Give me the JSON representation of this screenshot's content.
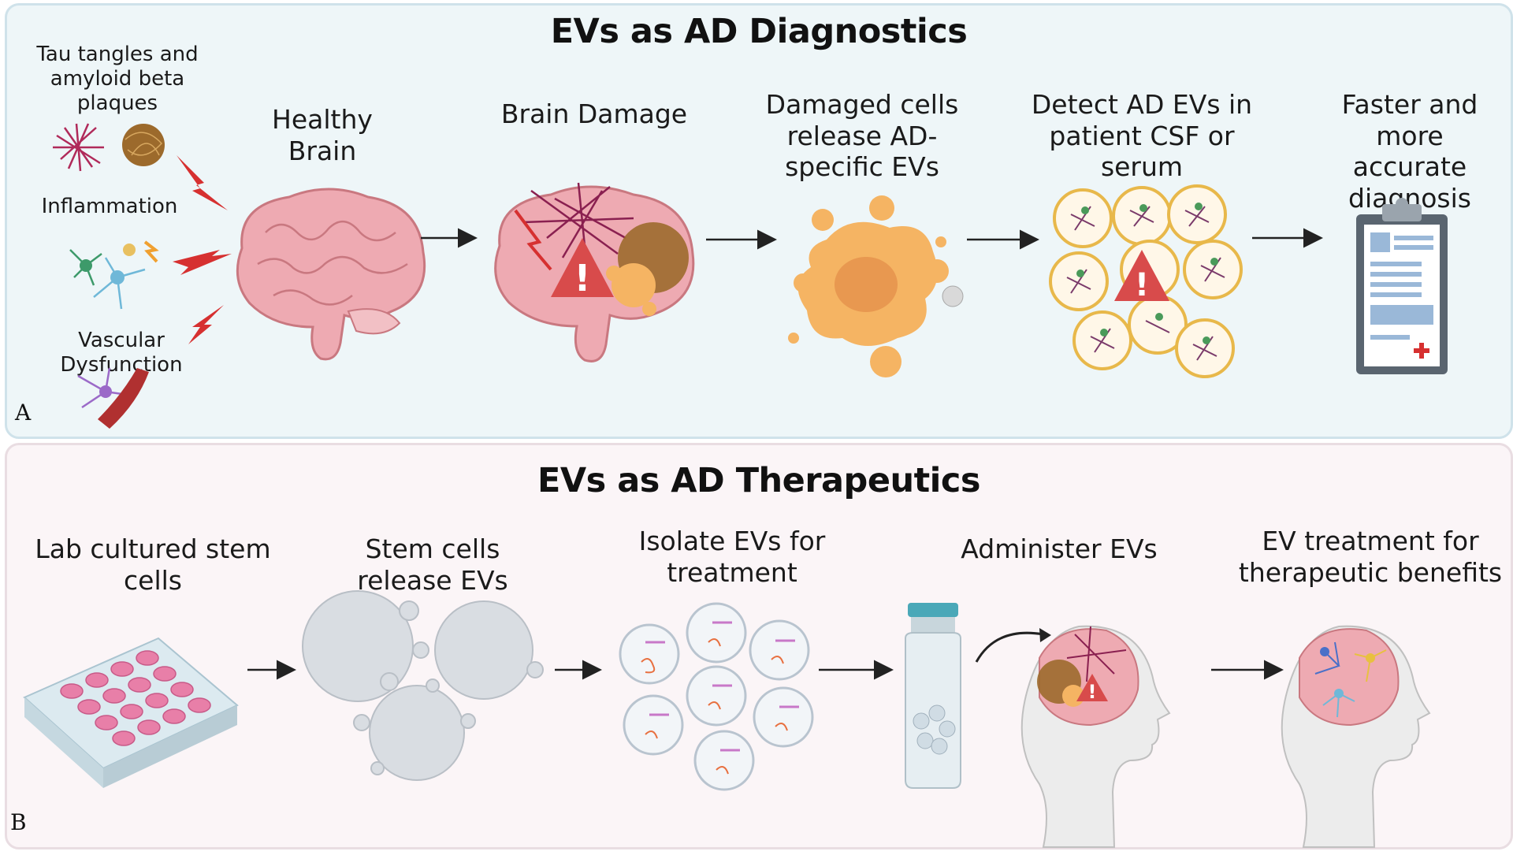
{
  "panel_a": {
    "title": "EVs as AD Diagnostics",
    "letter": "A",
    "causes": {
      "tau": "Tau tangles and amyloid beta plaques",
      "inflammation": "Inflammation",
      "vascular": "Vascular Dysfunction"
    },
    "steps": [
      {
        "label": "Healthy Brain"
      },
      {
        "label": "Brain Damage"
      },
      {
        "label": "Damaged cells release AD-specific EVs"
      },
      {
        "label": "Detect AD EVs in patient CSF or serum"
      },
      {
        "label": "Faster and more accurate diagnosis"
      }
    ]
  },
  "panel_b": {
    "title": "EVs as AD Therapeutics",
    "letter": "B",
    "steps": [
      {
        "label": "Lab cultured stem cells"
      },
      {
        "label": "Stem cells release EVs"
      },
      {
        "label": "Isolate EVs for treatment"
      },
      {
        "label": "Administer EVs"
      },
      {
        "label": "EV treatment for therapeutic benefits"
      }
    ]
  },
  "colors": {
    "brain": "#eeaab2",
    "ev_orange": "#f5b463",
    "warning": "#d84b4b",
    "tau": "#b02a5a",
    "arrow": "#222222",
    "stem_cell": "#d9dde2"
  }
}
